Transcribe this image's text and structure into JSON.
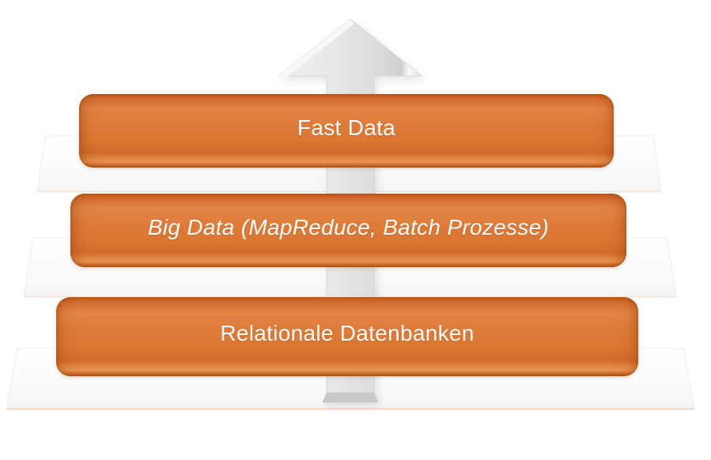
{
  "diagram": {
    "type": "stacked-layer-diagram",
    "layers": [
      {
        "label": "Fast Data",
        "emphasis": "regular"
      },
      {
        "label": "Big Data (MapReduce, Batch Prozesse)",
        "emphasis": "italic"
      },
      {
        "label": "Relationale Datenbanken",
        "emphasis": "regular"
      }
    ],
    "arrow": {
      "icon": "up-arrow-icon",
      "direction": "up"
    },
    "colors": {
      "bar_orange": "#de7b38",
      "bar_orange_dark": "#b95818",
      "bar_orange_highlight": "#ec9a55",
      "platform_white": "#fcfcfc",
      "platform_edge": "#ececec",
      "platform_warm_edge": "#f2d7c5",
      "arrow_gray": "#e3e3e3",
      "label_text": "#ffffff",
      "background": "#ffffff"
    }
  }
}
